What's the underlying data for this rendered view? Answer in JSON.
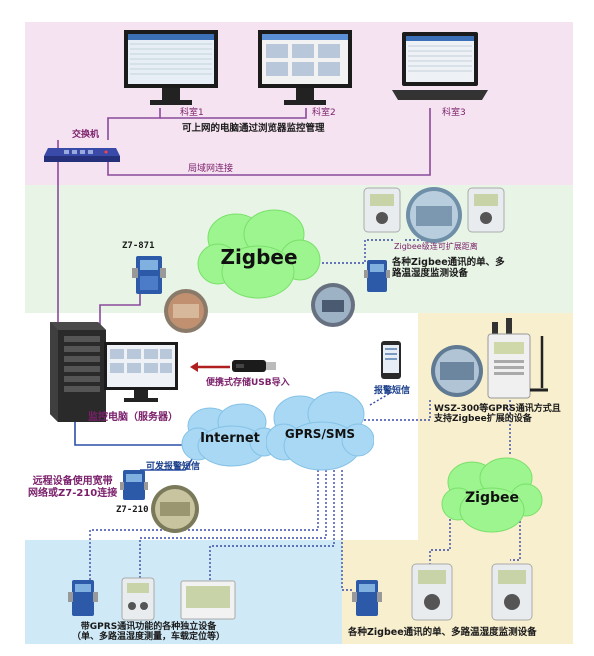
{
  "labels": {
    "room1": "科室1",
    "room2": "科室2",
    "room3": "科室3",
    "browser_note": "可上网的电脑通过浏览器监控管理",
    "switch": "交换机",
    "lan": "局域网连接",
    "z7_871": "Z7-871",
    "zigbee_top": "Zigbee",
    "zigbee_relay": "Zigbee级连可扩展距离",
    "zigbee_devices_top": "各种Zigbee通讯的单、多\n路温湿度监测设备",
    "usb": "便携式存储USB导入",
    "alarm_sms_right": "报警短信",
    "server": "监控电脑（服务器）",
    "internet": "Internet",
    "gprs_sms": "GPRS/SMS",
    "wsz300": "WSZ-300等GPRS通讯方式且\n支持Zigbee扩展的设备",
    "remote": "远程设备使用宽带\n网络或Z7-210连接",
    "alarm_sms_left": "可发报警短信",
    "z7_210": "Z7-210",
    "zigbee_bottom": "Zigbee",
    "gprs_devices": "带GPRS通讯功能的各种独立设备\n（单、多路温湿度测量，车载定位等）",
    "zigbee_devices_bottom": "各种Zigbee通讯的单、多路温湿度监测设备"
  },
  "colors": {
    "zone_pink": "#f6e3f1",
    "zone_green": "#e8f5e6",
    "zone_blue": "#cfe9f7",
    "zone_yellow": "#f8efcf",
    "cloud_green": "#9cf58f",
    "cloud_blue": "#a8d8f4",
    "line_purple": "#8a4a9a",
    "line_blue": "#2b4fa8"
  }
}
